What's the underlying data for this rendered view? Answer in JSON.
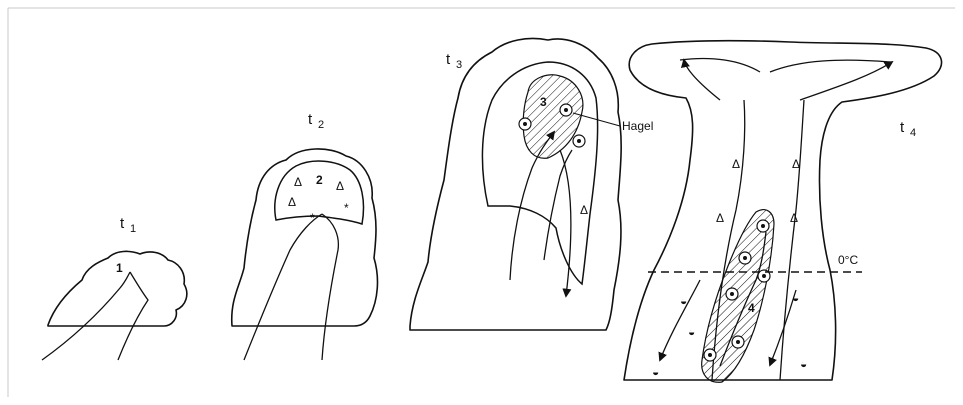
{
  "stages": [
    {
      "id": "t1",
      "label": "t",
      "sub": "1",
      "cell": "1"
    },
    {
      "id": "t2",
      "label": "t",
      "sub": "2",
      "cell": "2"
    },
    {
      "id": "t3",
      "label": "t",
      "sub": "3",
      "cell": "3"
    },
    {
      "id": "t4",
      "label": "t",
      "sub": "4",
      "cell": "4"
    }
  ],
  "annotations": {
    "hail": "Hagel",
    "freezing_level": "0°C"
  }
}
